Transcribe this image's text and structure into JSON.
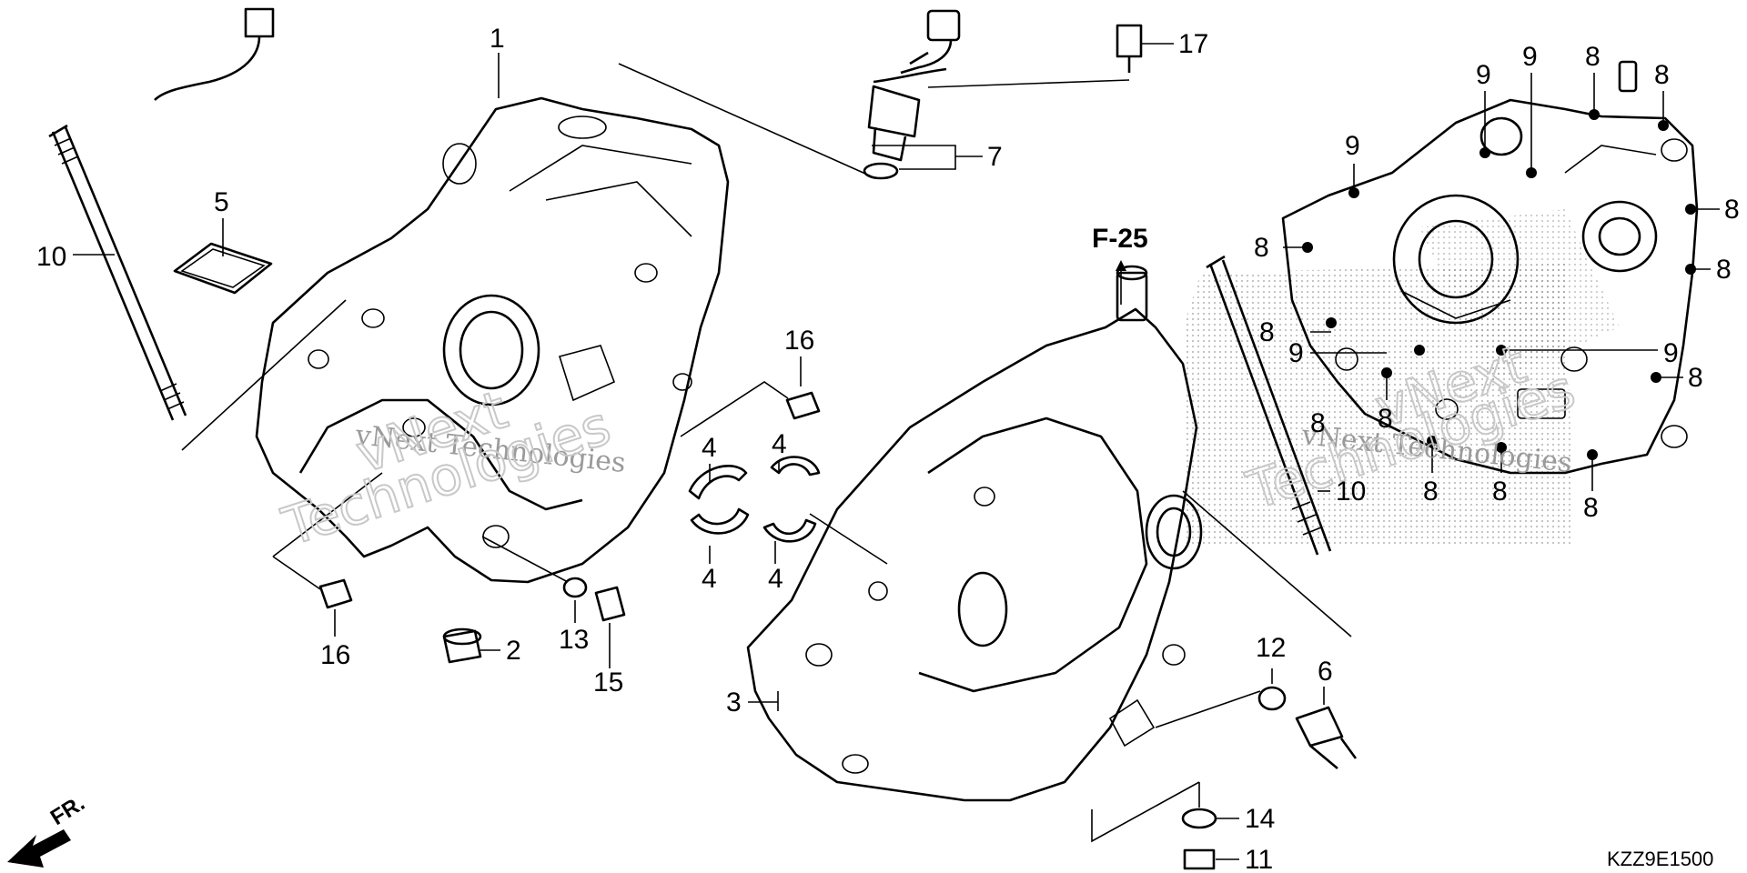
{
  "diagram": {
    "reference_label": "F-25",
    "direction_label": "FR.",
    "diagram_code": "KZZ9E1500",
    "watermark": {
      "brand_line": "vNext Technologies",
      "big_line_1": "vNext",
      "big_line_2": "Technologies"
    },
    "callouts": {
      "c1": "1",
      "c2": "2",
      "c3": "3",
      "c4a": "4",
      "c4b": "4",
      "c4c": "4",
      "c4d": "4",
      "c5": "5",
      "c6": "6",
      "c7": "7",
      "c8a": "8",
      "c8b": "8",
      "c8c": "8",
      "c8d": "8",
      "c8e": "8",
      "c8f": "8",
      "c8g": "8",
      "c8h": "8",
      "c8i": "8",
      "c8j": "8",
      "c8k": "8",
      "c8l": "8",
      "c9a": "9",
      "c9b": "9",
      "c9c": "9",
      "c9d": "9",
      "c9e": "9",
      "c10a": "10",
      "c10b": "10",
      "c11": "11",
      "c12": "12",
      "c13": "13",
      "c14": "14",
      "c15": "15",
      "c16a": "16",
      "c16b": "16",
      "c17": "17"
    }
  }
}
